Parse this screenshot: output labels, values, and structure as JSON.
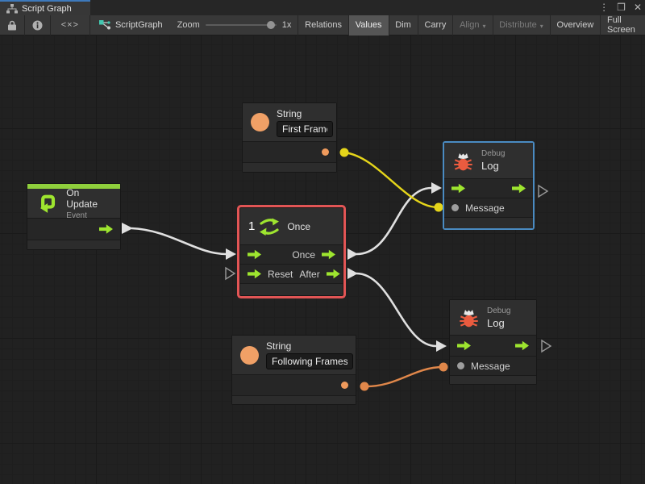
{
  "window": {
    "tab_title": "Script Graph",
    "controls": {
      "menu_icon": "⋮",
      "maximize_icon": "❒",
      "close_icon": "✕"
    }
  },
  "toolbar": {
    "code_icon_glyph": "<×>",
    "breadcrumb": "ScriptGraph",
    "zoom_label": "Zoom",
    "zoom_value": "1x",
    "dropdown_arrow": "▾",
    "buttons": [
      {
        "label": "Relations",
        "state": "normal"
      },
      {
        "label": "Values",
        "state": "active"
      },
      {
        "label": "Dim",
        "state": "normal"
      },
      {
        "label": "Carry",
        "state": "normal"
      },
      {
        "label": "Align",
        "state": "disabled",
        "dropdown": true
      },
      {
        "label": "Distribute",
        "state": "disabled",
        "dropdown": true
      },
      {
        "label": "Overview",
        "state": "normal"
      },
      {
        "label": "Full Screen",
        "state": "normal"
      }
    ]
  },
  "graph": {
    "nodes": {
      "string_first": {
        "title": "String",
        "value": "First Frame"
      },
      "debug_top": {
        "category": "Debug",
        "title": "Log",
        "message_label": "Message",
        "selected": true
      },
      "on_update": {
        "title": "On Update",
        "subtitle": "Event"
      },
      "once": {
        "counter": "1",
        "title": "Once",
        "output_once": "Once",
        "input_reset": "Reset",
        "output_after": "After",
        "selected": true
      },
      "string_following": {
        "title": "String",
        "value": "Following Frames"
      },
      "debug_bottom": {
        "category": "Debug",
        "title": "Log",
        "message_label": "Message"
      }
    },
    "connections": [
      {
        "from": "on_update.flow_out",
        "to": "once.flow_in",
        "color": "#e0e0e0"
      },
      {
        "from": "once.output_once",
        "to": "debug_top.flow_in",
        "color": "#e0e0e0"
      },
      {
        "from": "once.output_after",
        "to": "debug_bottom.flow_in",
        "color": "#e0e0e0"
      },
      {
        "from": "string_first.value_out",
        "to": "debug_top.message",
        "color": "#e5d51a"
      },
      {
        "from": "string_following.value_out",
        "to": "debug_bottom.message",
        "color": "#e0874a"
      }
    ],
    "colors": {
      "flow_green": "#9ee52f",
      "event_strip_green": "#8fcf3c",
      "value_orange": "#f0a066",
      "bug_red": "#ea5b3f",
      "selection_blue": "#4a8bc2",
      "selection_red": "#e25555",
      "wire_white": "#e0e0e0",
      "wire_yellow": "#e5d51a",
      "wire_orange": "#e0874a"
    }
  }
}
